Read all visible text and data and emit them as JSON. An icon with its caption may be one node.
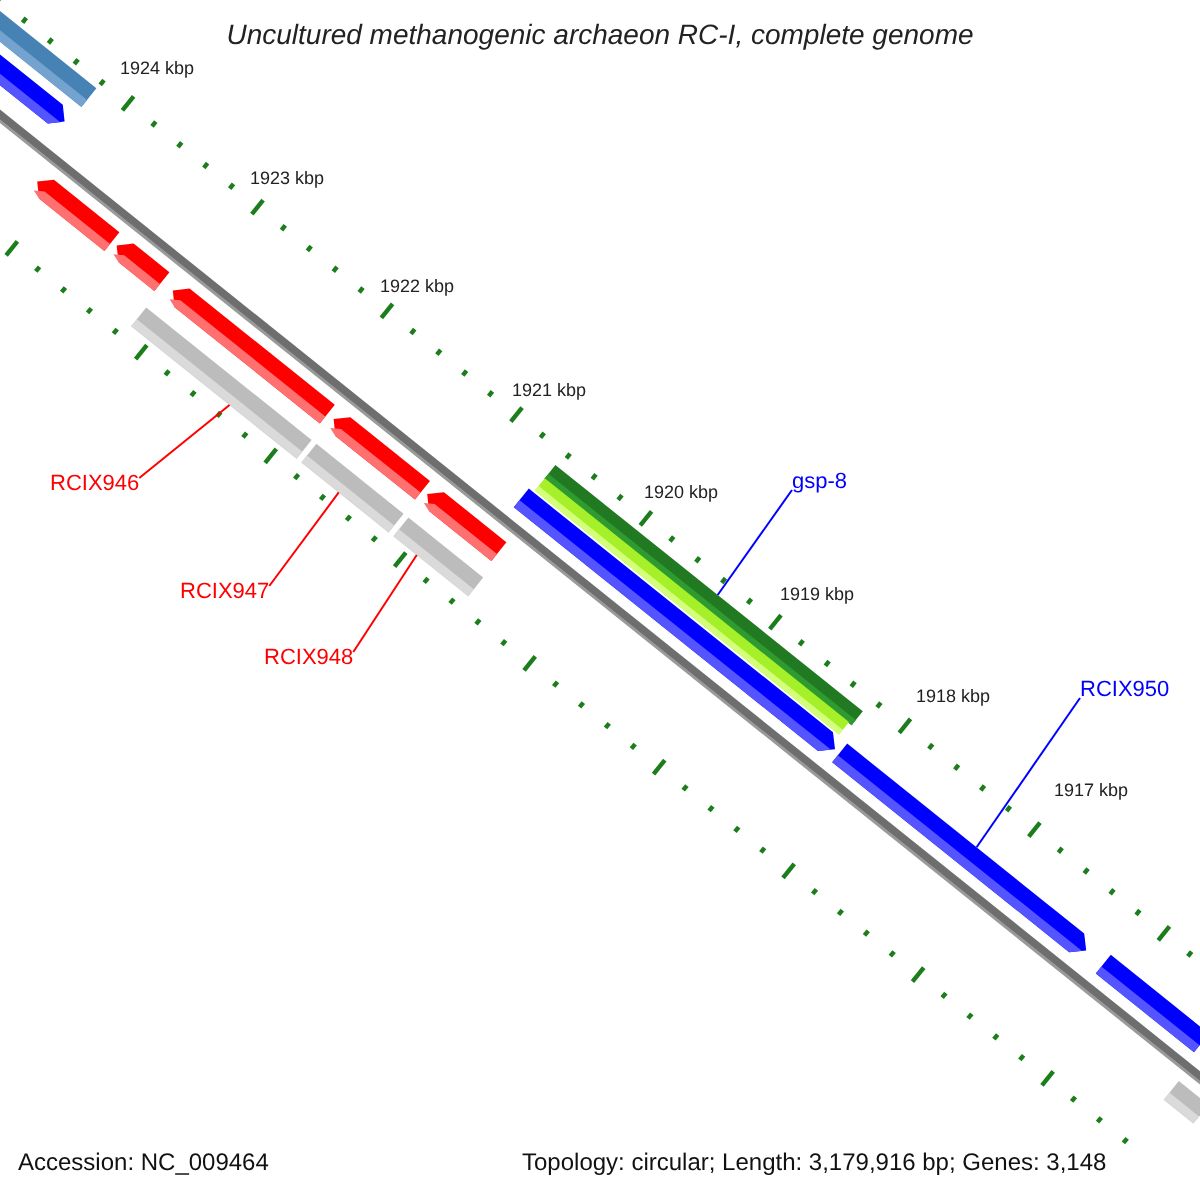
{
  "diagram": {
    "title": "Uncultured methanogenic archaeon RC-I, complete genome",
    "nodes": [
      {
        "text": [],
        "shape": "bar"
      },
      {
        "text": [],
        "shape": "bar"
      },
      {
        "text": [],
        "shape": "bar"
      },
      {
        "text": [],
        "shape": "bar"
      },
      {
        "text": [],
        "shape": "bar"
      },
      {
        "text": [],
        "shape": "bar"
      },
      {
        "text": [],
        "shape": "bar"
      },
      {
        "text": [],
        "shape": "bar"
      },
      {
        "text": [],
        "shape": "bar"
      },
      {
        "text": [],
        "shape": "bar"
      },
      {
        "text": [],
        "shape": "bar"
      },
      {
        "text": [],
        "shape": "bar"
      },
      {
        "text": [],
        "shape": "bar"
      },
      {
        "text": [],
        "shape": "bar"
      },
      {
        "text": [],
        "shape": "bar"
      },
      {
        "text": [],
        "shape": "bar"
      },
      {
        "text": [
          "RCIX946"
        ]
      },
      {
        "text": [
          "RCIX947"
        ]
      },
      {
        "text": [
          "RCIX948"
        ]
      },
      {
        "text": [
          "gsp-8"
        ]
      },
      {
        "text": [
          "RCIX950"
        ]
      }
    ],
    "edges": [
      {
        "from": 16,
        "to": 7,
        "arrow": "none",
        "color": "#ff0000"
      },
      {
        "from": 17,
        "to": 8,
        "arrow": "none",
        "color": "#ff0000"
      },
      {
        "from": 18,
        "to": 9,
        "arrow": "none",
        "color": "#ff0000"
      },
      {
        "from": 19,
        "to": 10,
        "arrow": "none",
        "color": "#0000ff"
      },
      {
        "from": 20,
        "to": 13,
        "arrow": "none",
        "color": "#0000ff"
      }
    ],
    "labels": [
      "1924 kbp",
      "1923 kbp",
      "1922 kbp",
      "1921 kbp",
      "1920 kbp",
      "1919 kbp",
      "1918 kbp",
      "1917 kbp",
      "Accession: NC_009464",
      "Topology: circular; Length: 3,179,916 bp; Genes: 3,148"
    ]
  }
}
